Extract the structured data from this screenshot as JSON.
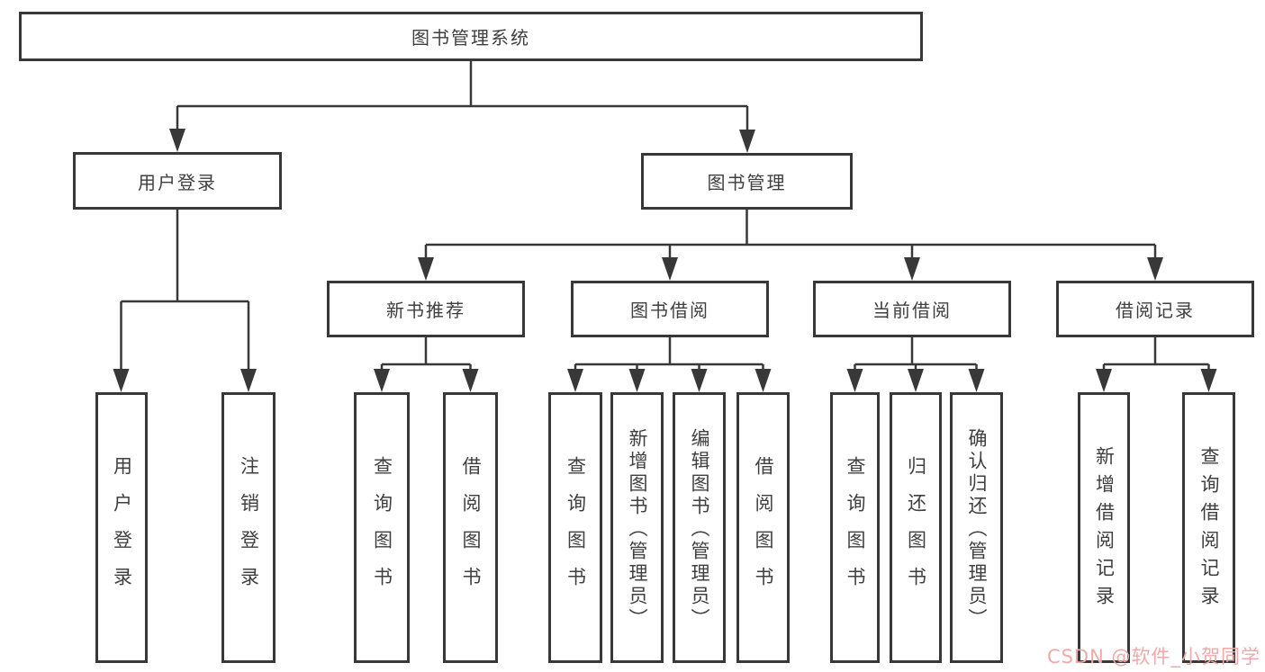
{
  "root": {
    "label": "图书管理系统"
  },
  "level1": [
    {
      "label": "用户登录",
      "parent": "图书管理系统"
    },
    {
      "label": "图书管理",
      "parent": "图书管理系统"
    }
  ],
  "level2": [
    {
      "label": "新书推荐",
      "parent": "图书管理"
    },
    {
      "label": "图书借阅",
      "parent": "图书管理"
    },
    {
      "label": "当前借阅",
      "parent": "图书管理"
    },
    {
      "label": "借阅记录",
      "parent": "图书管理"
    }
  ],
  "leaves": [
    {
      "label": "用户登录",
      "parent": "用户登录"
    },
    {
      "label": "注销登录",
      "parent": "用户登录"
    },
    {
      "label": "查询图书",
      "parent": "新书推荐"
    },
    {
      "label": "借阅图书",
      "parent": "新书推荐"
    },
    {
      "label": "查询图书",
      "parent": "图书借阅"
    },
    {
      "label": "新增图书（管理员）",
      "parent": "图书借阅"
    },
    {
      "label": "编辑图书（管理员）",
      "parent": "图书借阅"
    },
    {
      "label": "借阅图书",
      "parent": "图书借阅"
    },
    {
      "label": "查询图书",
      "parent": "当前借阅"
    },
    {
      "label": "归还图书",
      "parent": "当前借阅"
    },
    {
      "label": "确认归还（管理员）",
      "parent": "当前借阅"
    },
    {
      "label": "新增借阅记录",
      "parent": "借阅记录"
    },
    {
      "label": "查询借阅记录",
      "parent": "借阅记录"
    }
  ],
  "watermark": {
    "text": "CSDN @软件_小贺同学"
  },
  "colors": {
    "line": "#383838",
    "box_border": "#383838",
    "box_fill": "#ffffff",
    "text": "#3f3f3f",
    "watermark": "#f0a8a8"
  }
}
